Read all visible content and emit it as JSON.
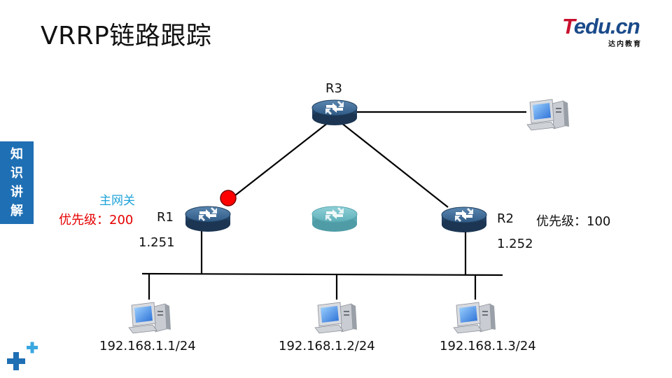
{
  "title": "VRRP链路跟踪",
  "logo": {
    "main_t": "T",
    "main_rest": "edu.cn",
    "sub": "达内教育"
  },
  "side_tab": [
    "知",
    "识",
    "讲",
    "解"
  ],
  "routers": {
    "r3": {
      "name": "R3"
    },
    "r1": {
      "name": "R1",
      "ip": "1.251",
      "role": "主网关",
      "priority": "优先级：200"
    },
    "r2": {
      "name": "R2",
      "ip": "1.252",
      "priority": "优先级：100"
    }
  },
  "hosts": [
    {
      "ip": "192.168.1.1/24"
    },
    {
      "ip": "192.168.1.2/24"
    },
    {
      "ip": "192.168.1.3/24"
    }
  ],
  "colors": {
    "router_dark": "#27476b",
    "router_top": "#3f6a94",
    "virtual_router": "#69b9c2",
    "track_point": "#ff0000",
    "accent_blue": "#1fa3d9",
    "accent_red": "#e60000",
    "side_tab": "#1f6fb4"
  }
}
